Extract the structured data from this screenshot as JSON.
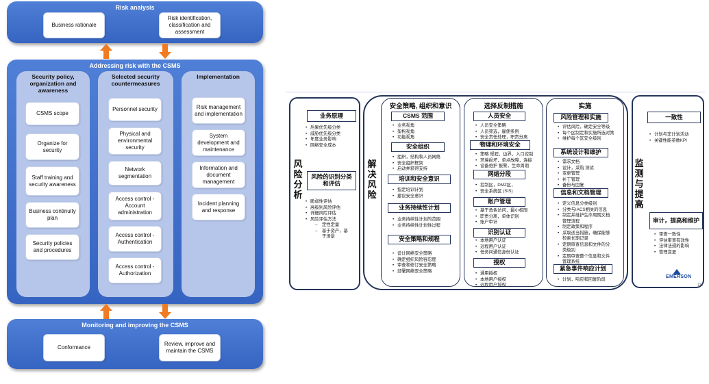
{
  "left": {
    "risk_analysis": {
      "title": "Risk analysis",
      "boxes": [
        "Business rationale",
        "Risk identification, classification and assessment"
      ]
    },
    "addressing": {
      "title": "Addressing risk with the CSMS",
      "columns": [
        {
          "title": "Security policy, organization and awareness",
          "items": [
            "CSMS scope",
            "Organize for security",
            "Staff training and security awareness",
            "Business continuity plan",
            "Security policies and procedures"
          ]
        },
        {
          "title": "Selected security countermeasures",
          "items": [
            "Personnel security",
            "Physical and environmental security",
            "Network segmentation",
            "Access control - Account administration",
            "Access control - Authentication",
            "Access control - Authorization"
          ]
        },
        {
          "title": "Implementation",
          "items": [
            "Risk management and implementation",
            "System development and maintenance",
            "Information and document management",
            "Incident planning and response"
          ]
        }
      ]
    },
    "monitoring": {
      "title": "Monitoring and improving the CSMS",
      "boxes": [
        "Conformance",
        "Review, improve and maintain the CSMS"
      ]
    },
    "colors": {
      "band": "#3f6fcf",
      "column": "#b6c6ea",
      "arrow": "#f07b22"
    }
  },
  "right": {
    "risk": {
      "vertical_label": "风险分析",
      "section1": {
        "title": "业务原理",
        "bullets": [
          "后果优先级分类",
          "威胁优先级分类",
          "年度业务影响",
          "网络安全成本"
        ]
      },
      "section2": {
        "title": "风险的识别分类和评估",
        "bullets": [
          "脆弱性评估",
          "高级别风险评估",
          "详细风险评估",
          "风险评估方法"
        ],
        "sub": [
          "定性定量",
          "基于资产，基"
        ],
        "cont": "于场景"
      }
    },
    "solve": {
      "vertical_label": "解决风险",
      "col1": {
        "heading": "安全策略, 组织和意识",
        "sections": [
          {
            "title": "CSMS 范围",
            "bullets": [
              "业务视角",
              "架构视角",
              "功能视角"
            ]
          },
          {
            "title": "安全组织",
            "bullets": [
              "组织，结构和人员网络",
              "安全组织框架",
              "启动并获得支持"
            ]
          },
          {
            "title": "培训和安全意识",
            "bullets": [
              "指定培训计划",
              "建设安全意识"
            ]
          },
          {
            "title": "业务持续性计划",
            "bullets": [
              "业务持续性计划的范围",
              "业务持续性计划性过程"
            ]
          },
          {
            "title": "安全策略和规程",
            "bullets": [
              "设计网络安全策略",
              "确定组织风险容忍度",
              "审查和修订安全策略",
              "部署网络安全策略"
            ]
          }
        ]
      },
      "col2": {
        "heading": "选择反制措施",
        "sections": [
          {
            "title": "人员安全",
            "bullets": [
              "人员安全策略",
              "人员筛选，雇佣条例",
              "安全责任处理，职责分离"
            ]
          },
          {
            "title": "物理和环境安全",
            "bullets": [
              "策略 规程，边界，入口控制",
              "环境损坏，单点故障，连接",
              "设备维护 报警，生命周期"
            ]
          },
          {
            "title": "网络分段",
            "bullets": [
              "控制区，DMZ区，",
              "安全系统区 (SIS)"
            ]
          },
          {
            "title": "账户管理",
            "bullets": [
              "基于角色访问，最小权限",
              "职责分离，单体识别",
              "账户审计"
            ]
          },
          {
            "title": "识别认证",
            "bullets": [
              "本地用户认证",
              "远程用户认证",
              "任务间通信身份认证"
            ]
          },
          {
            "title": "授权",
            "bullets": [
              "通用授权",
              "本地用户授权",
              "远程用户授权"
            ]
          }
        ]
      },
      "col3": {
        "heading": "实施",
        "sections": [
          {
            "title": "风险管理和实施",
            "bullets": [
              "评估风险，确定安全等级",
              "每个区制定和实施所选对策",
              "维护每个区安全级别"
            ]
          },
          {
            "title": "系统设计和维护",
            "bullets": [
              "需求文档",
              "设计，采购 测试",
              "变更管理",
              "补丁管理",
              "备份与回复"
            ]
          },
          {
            "title": "信息和文档管理",
            "bullets": [
              "定义信息分类级别",
              "分类与IACS相关的信息",
              "制定并维护生命周期文档",
              "管理流程",
              "制定政策和程序",
              "采取适当措施，确保能够",
              "检索长期记录",
              "定期审查信息和文件的分",
              "类级别",
              "定期审查整个信息和文件",
              "管理系统"
            ]
          },
          {
            "title": "紧急事件响应计划",
            "bullets": [
              "计划，响应和回复阶段"
            ]
          }
        ]
      }
    },
    "monitor": {
      "vertical_label": "监测与提高",
      "section1": {
        "title": "一致性",
        "bullets": [
          "计划与非计划活动",
          "关键性能参数KPI"
        ]
      },
      "section2": {
        "title": "审计，提高和维护",
        "bullets": [
          "审查一致性",
          "评估审查有效性",
          "法律法规的影响",
          "管理变更"
        ]
      }
    },
    "logo": "EMERSON",
    "page": "121"
  }
}
